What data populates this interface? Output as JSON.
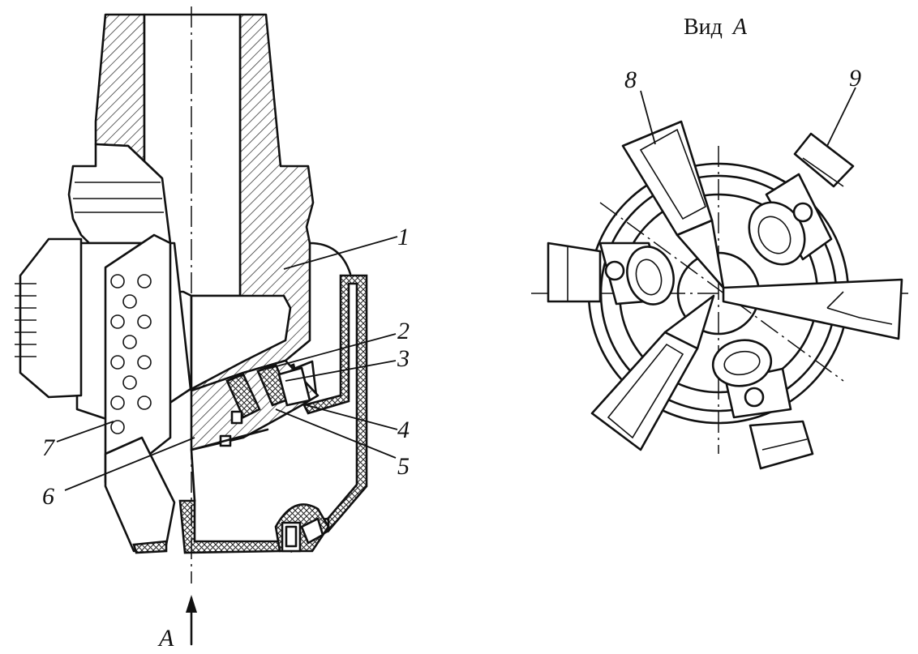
{
  "view_title": {
    "prefix": "Вид",
    "letter": "A"
  },
  "section_arrow_label": "A",
  "callouts": {
    "c1": "1",
    "c2": "2",
    "c3": "3",
    "c4": "4",
    "c5": "5",
    "c6": "6",
    "c7": "7",
    "c8": "8",
    "c9": "9"
  }
}
